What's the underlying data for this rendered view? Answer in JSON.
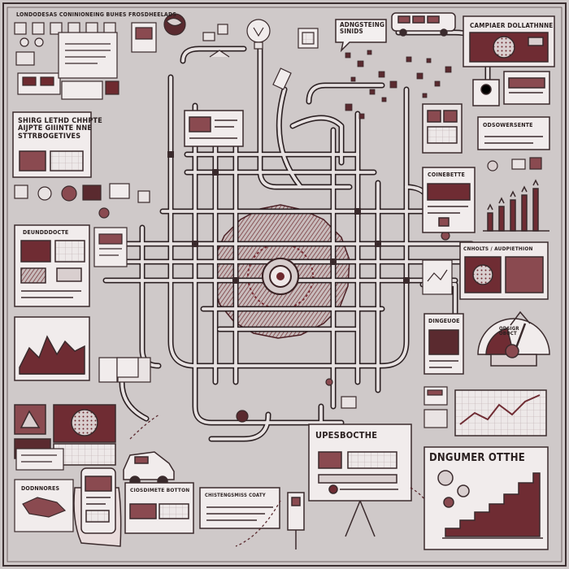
{
  "labels": {
    "top_left_header": "LONDODESAS CONINIONEING BUHES FROSDHEELADS",
    "speech_bubble": "ADNGSTEING\nSINIDS",
    "campaign_header": "CAMPIAER DOLLATHNNE",
    "strategy_box": "SHIRG LETHD CHHPTE\nAIJPTE GIIINTE NNE\nSTTRBOGETIVES",
    "right_label_1": "ODSOWERSENTE",
    "right_label_2": "COINEBETTE",
    "right_label_3": "CNHOLTS / AUDPIETHION",
    "doc_label": "DINGEUOE",
    "gauge_label": "ODSIGR\nOBOCT",
    "left_label": "DEUNDDDOCTE",
    "bottom_left_label": "DODNNORES",
    "bottom_box_1": "CIOSDIMETE BOTTON",
    "bottom_box_2": "CHISTENGSMISS COATY",
    "update_label": "UPESBOCTHE",
    "chart_label": "DNGUMER OTTHE"
  }
}
